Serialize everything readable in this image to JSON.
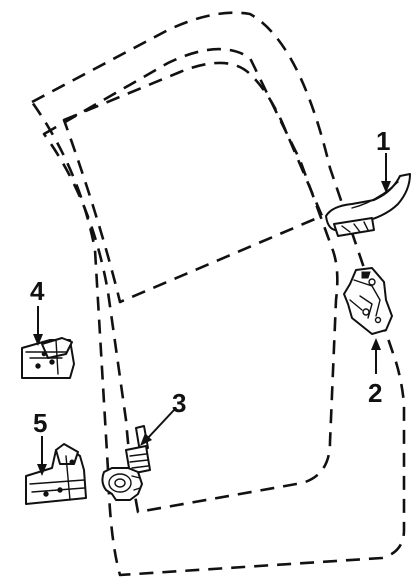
{
  "callouts": [
    {
      "id": "1",
      "part": "inside-handle"
    },
    {
      "id": "2",
      "part": "door-lock"
    },
    {
      "id": "3",
      "part": "lock-actuator"
    },
    {
      "id": "4",
      "part": "upper-hinge"
    },
    {
      "id": "5",
      "part": "lower-hinge"
    }
  ]
}
